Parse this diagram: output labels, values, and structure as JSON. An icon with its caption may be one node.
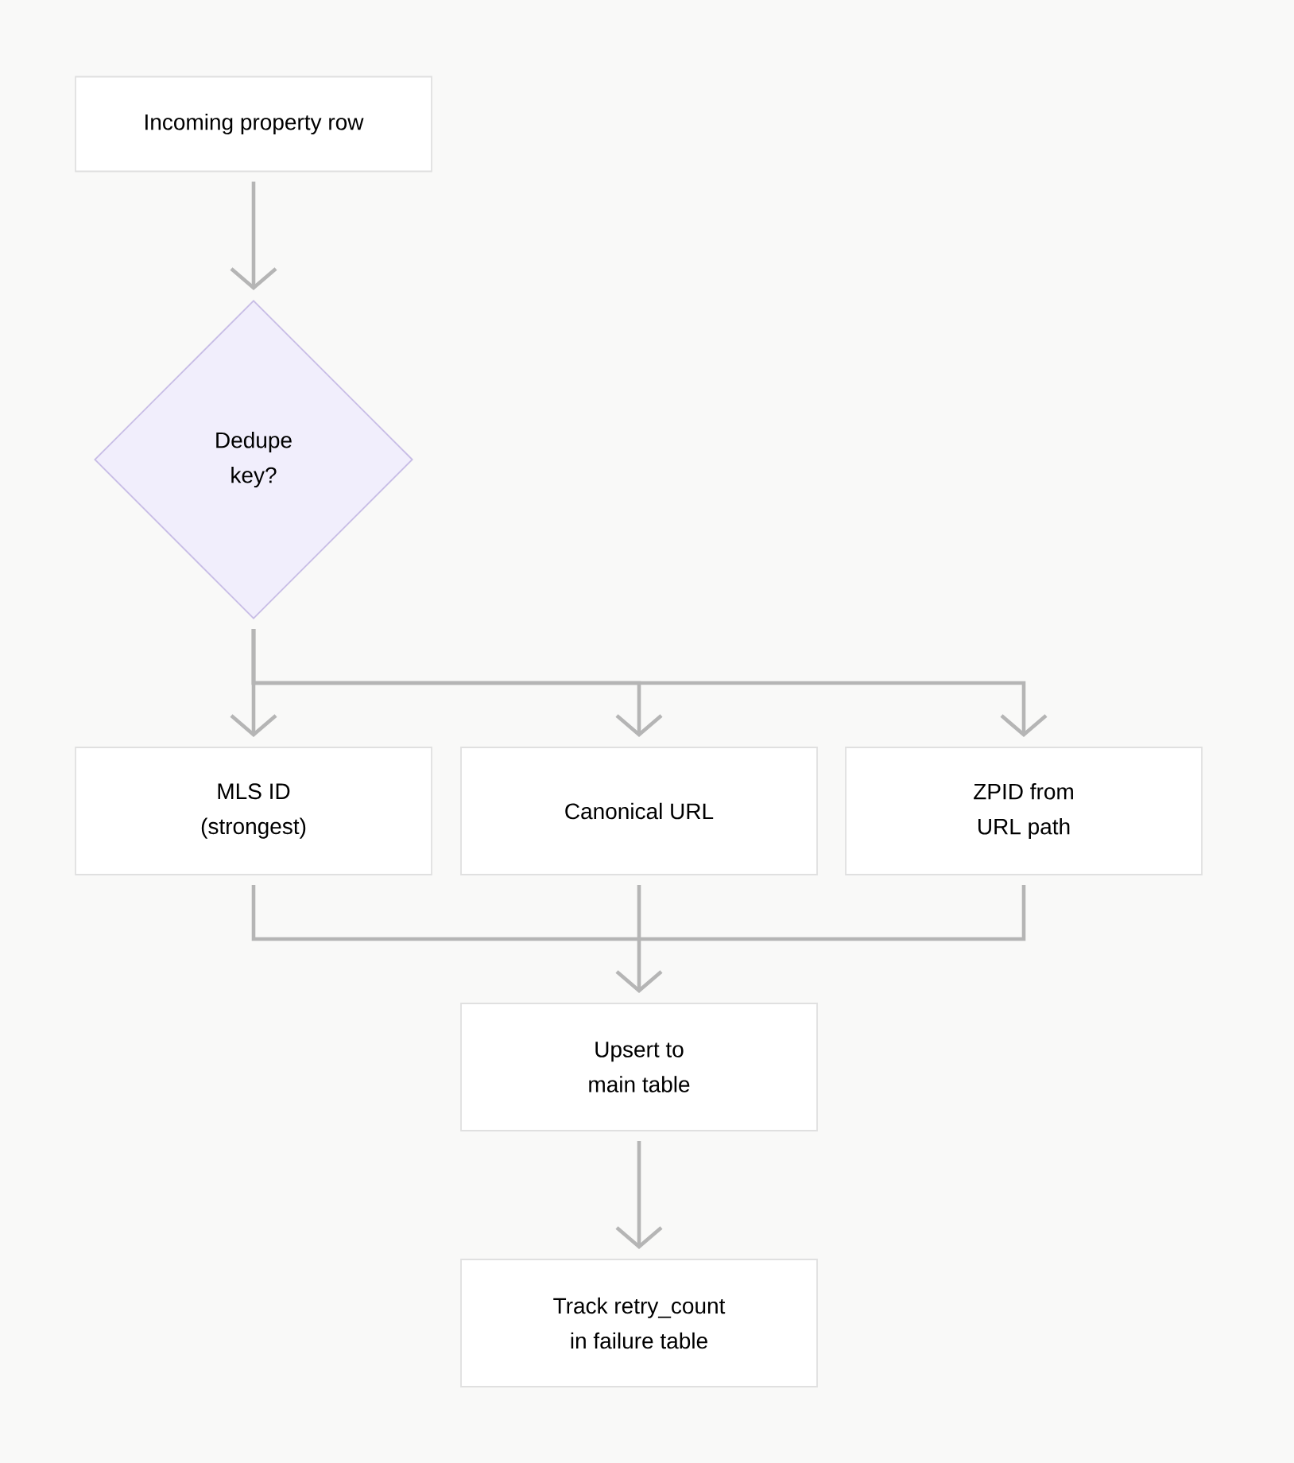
{
  "diagram": {
    "nodes": [
      {
        "text": [
          "Incoming property row"
        ]
      },
      {
        "text": [
          "Dedupe key?"
        ]
      },
      {
        "text": [
          "MLS ID (strongest)"
        ]
      },
      {
        "text": [
          "Canonical URL"
        ]
      },
      {
        "text": [
          "ZPID from URL path"
        ]
      },
      {
        "text": [
          "Upsert to main table"
        ]
      },
      {
        "text": [
          "Track retry_count in failure table"
        ]
      }
    ],
    "edges": [
      {
        "from": 0,
        "to": 1,
        "arrow": "to"
      },
      {
        "from": 1,
        "to": 2,
        "arrow": "to"
      },
      {
        "from": 1,
        "to": 3,
        "arrow": "to"
      },
      {
        "from": 1,
        "to": 4,
        "arrow": "to"
      },
      {
        "from": 2,
        "to": 5,
        "arrow": "to"
      },
      {
        "from": 3,
        "to": 5,
        "arrow": "to"
      },
      {
        "from": 4,
        "to": 5,
        "arrow": "to"
      },
      {
        "from": 5,
        "to": 6,
        "arrow": "to"
      }
    ]
  }
}
